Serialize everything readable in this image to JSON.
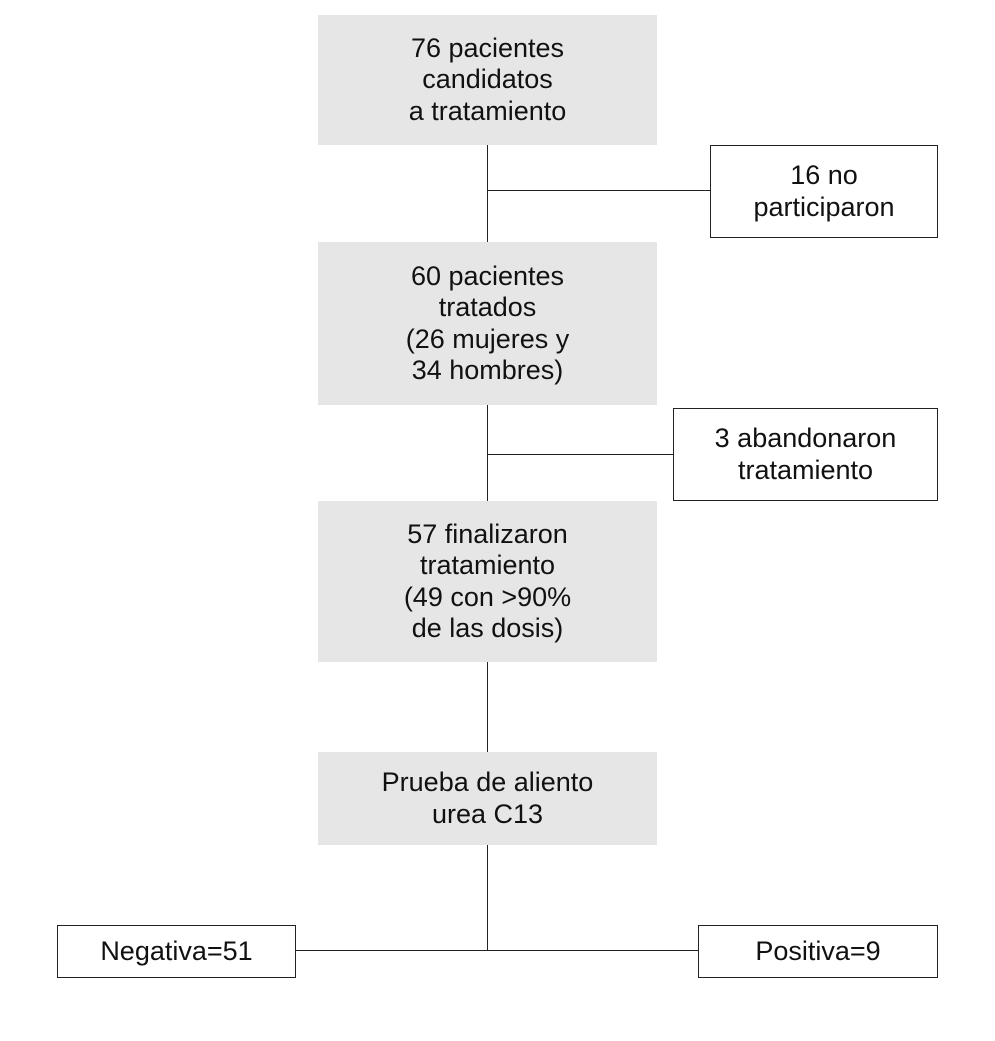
{
  "flowchart": {
    "candidates": {
      "lines": [
        "76 pacientes",
        "candidatos",
        "a tratamiento"
      ]
    },
    "excluded": {
      "lines": [
        "16 no",
        "participaron"
      ]
    },
    "treated": {
      "lines": [
        "60 pacientes",
        "tratados",
        "(26 mujeres y",
        "34 hombres)"
      ]
    },
    "dropouts": {
      "lines": [
        "3 abandonaron",
        "tratamiento"
      ]
    },
    "completed": {
      "lines": [
        "57 finalizaron",
        "tratamiento",
        "(49 con >90%",
        "de las dosis)"
      ]
    },
    "breath_test": {
      "lines": [
        "Prueba de aliento",
        "urea C13"
      ]
    },
    "negative": {
      "label": "Negativa=51"
    },
    "positive": {
      "label": "Positiva=9"
    }
  },
  "colors": {
    "box_fill": "#e6e6e6",
    "line": "#222222",
    "text": "#111111"
  }
}
